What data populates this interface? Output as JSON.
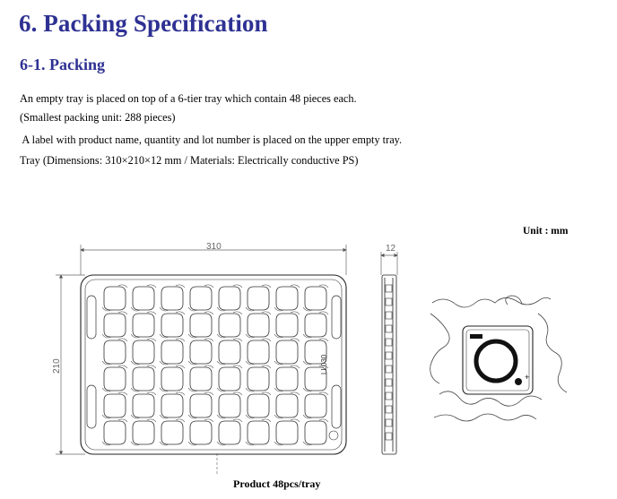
{
  "doc": {
    "title": "6. Packing Specification",
    "subtitle": "6-1. Packing",
    "paragraphs": [
      "An empty tray is placed on top of a 6-tier tray which contain 48 pieces each.",
      "(Smallest packing unit: 288 pieces)",
      " A label with product name, quantity and lot number is placed on the upper empty tray.",
      "Tray (Dimensions: 310×210×12 mm / Materials: Electrically conductive PS)"
    ]
  },
  "drawing": {
    "unit_label": "Unit : mm",
    "dim_width": "310",
    "dim_height": "210",
    "dim_thickness": "12",
    "tray_marking": "LL030",
    "caption": "Product 48pcs/tray"
  }
}
